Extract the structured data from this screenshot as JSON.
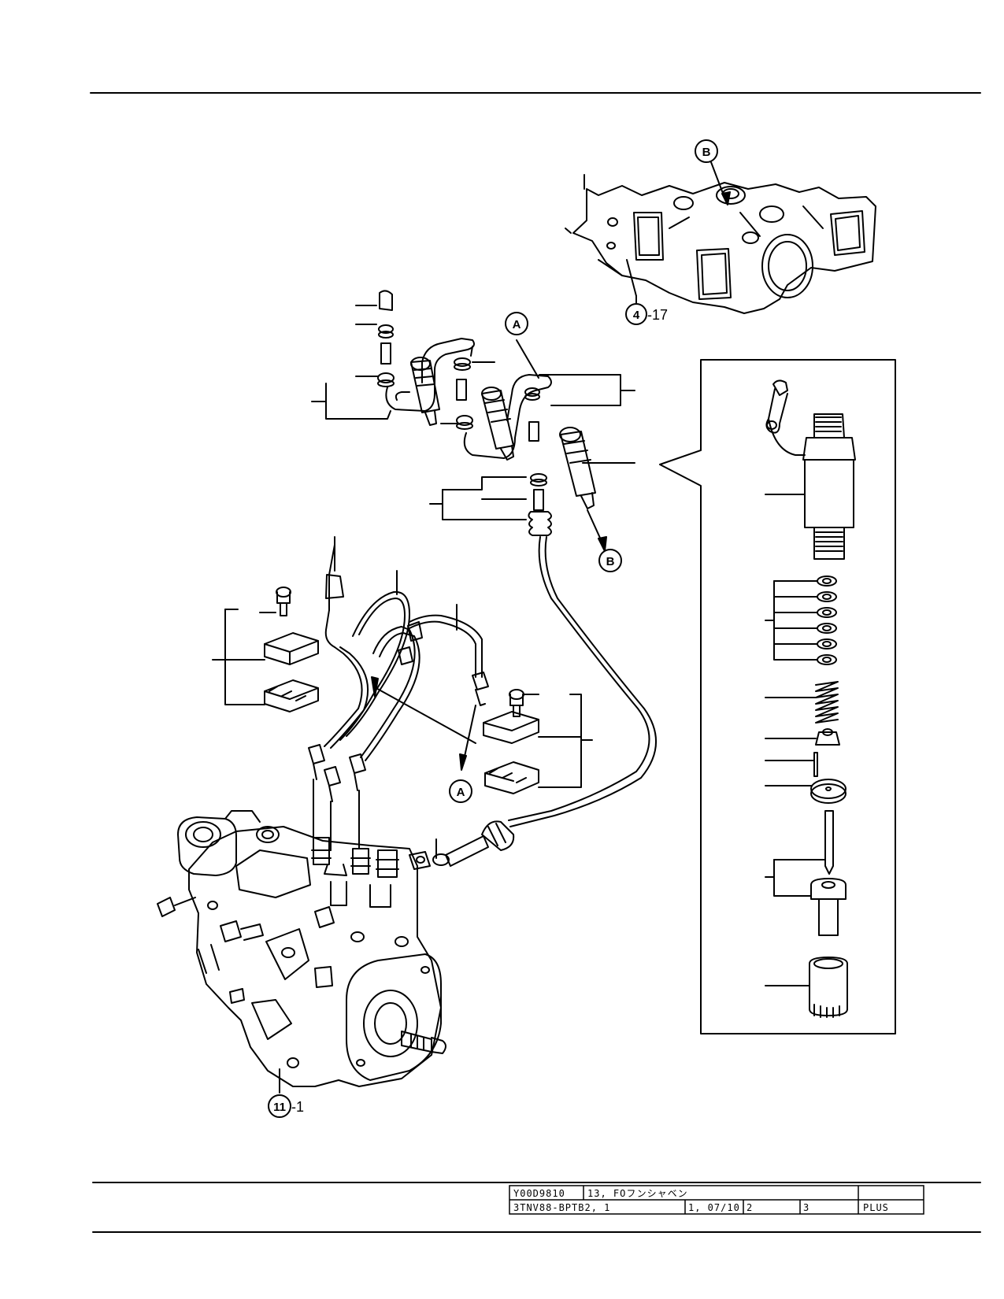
{
  "callouts": {
    "a_top": "A",
    "a_bottom": "A",
    "b_top": "B",
    "b_bottom": "B",
    "ref_head": {
      "number": "4",
      "suffix": "-17"
    },
    "ref_pump": {
      "number": "11",
      "suffix": "-1"
    }
  },
  "title_block": {
    "part_code": "Y00D9810",
    "section": "13, FOフンシャベン",
    "model": "3TNV88-BPTB2, 1",
    "date": "1, 07/10",
    "col2": "2",
    "col3": "3",
    "plus": "PLUS"
  }
}
